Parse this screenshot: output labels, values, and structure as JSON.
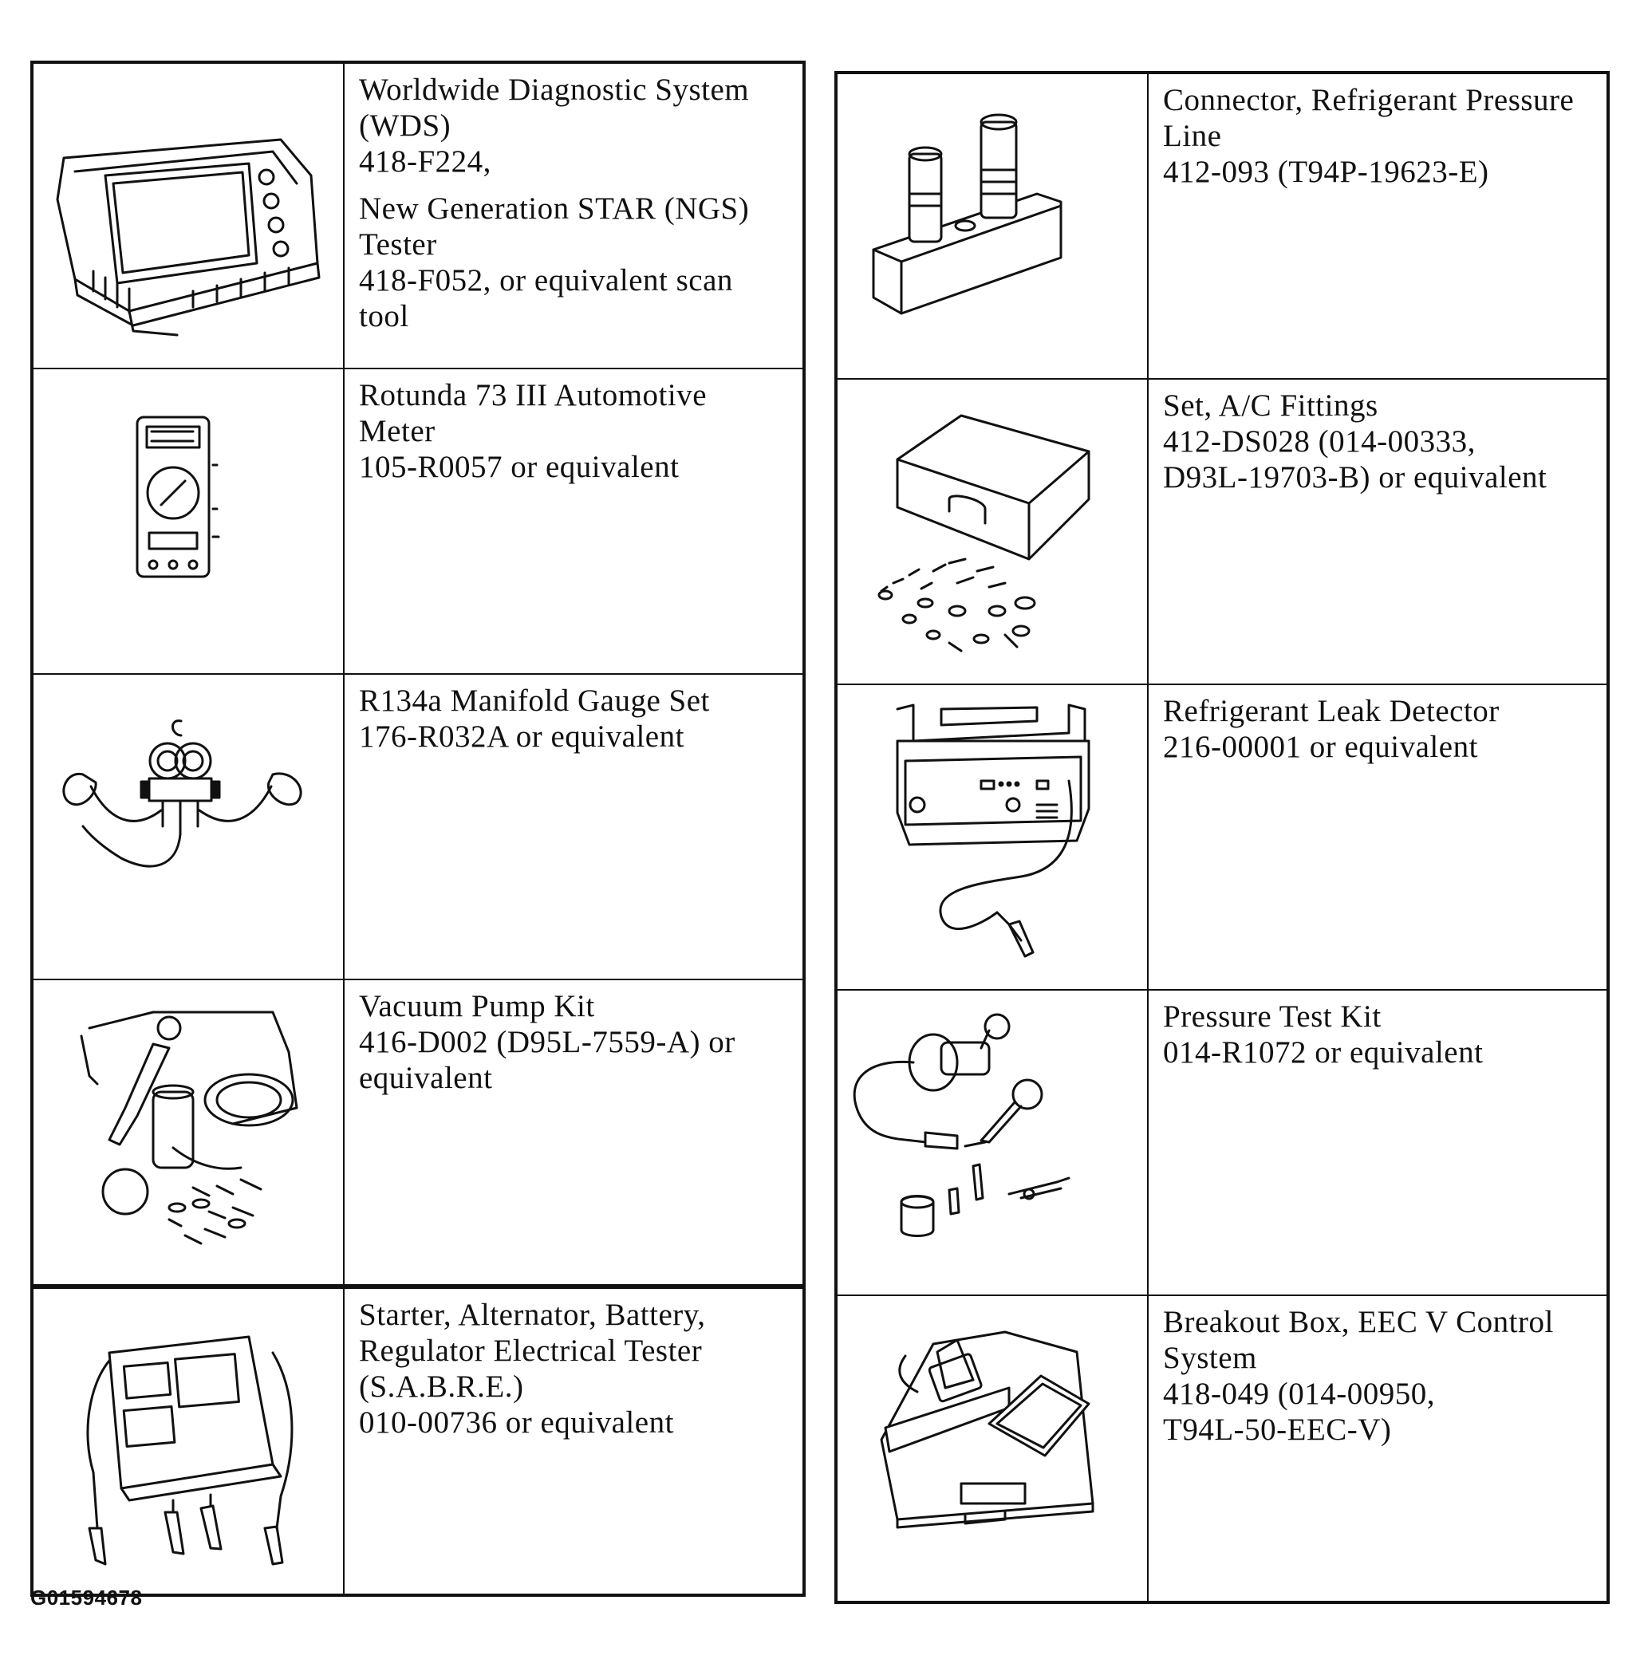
{
  "left_tools": [
    {
      "icon": "scan-tool-icon",
      "lines": [
        "Worldwide Diagnostic System",
        "(WDS)",
        "418-F224,",
        "New Generation STAR (NGS)",
        "Tester",
        "418-F052, or equivalent scan",
        "tool"
      ]
    },
    {
      "icon": "multimeter-icon",
      "lines": [
        "Rotunda 73 III Automotive",
        "Meter",
        "105-R0057 or equivalent"
      ]
    },
    {
      "icon": "manifold-gauge-icon",
      "lines": [
        "R134a Manifold Gauge Set",
        "176-R032A or equivalent"
      ]
    },
    {
      "icon": "vacuum-pump-icon",
      "lines": [
        "Vacuum Pump Kit",
        "416-D002 (D95L-7559-A) or",
        "equivalent"
      ]
    },
    {
      "icon": "electrical-tester-icon",
      "lines": [
        "Starter, Alternator, Battery,",
        "Regulator Electrical Tester",
        "(S.A.B.R.E.)",
        "010-00736 or equivalent"
      ]
    }
  ],
  "right_tools": [
    {
      "icon": "pressure-line-connector-icon",
      "lines": [
        "Connector, Refrigerant Pressure",
        "Line",
        "412-093 (T94P-19623-E)"
      ]
    },
    {
      "icon": "fittings-case-icon",
      "lines": [
        "Set, A/C Fittings",
        "412-DS028 (014-00333,",
        "D93L-19703-B) or equivalent"
      ]
    },
    {
      "icon": "leak-detector-icon",
      "lines": [
        "Refrigerant Leak Detector",
        "216-00001 or equivalent"
      ]
    },
    {
      "icon": "pressure-test-kit-icon",
      "lines": [
        "Pressure Test Kit",
        "014-R1072 or equivalent"
      ]
    },
    {
      "icon": "breakout-box-icon",
      "lines": [
        "Breakout Box, EEC V Control",
        "System",
        "418-049 (014-00950,",
        "T94L-50-EEC-V)"
      ]
    }
  ],
  "figure_id": "G01594678"
}
